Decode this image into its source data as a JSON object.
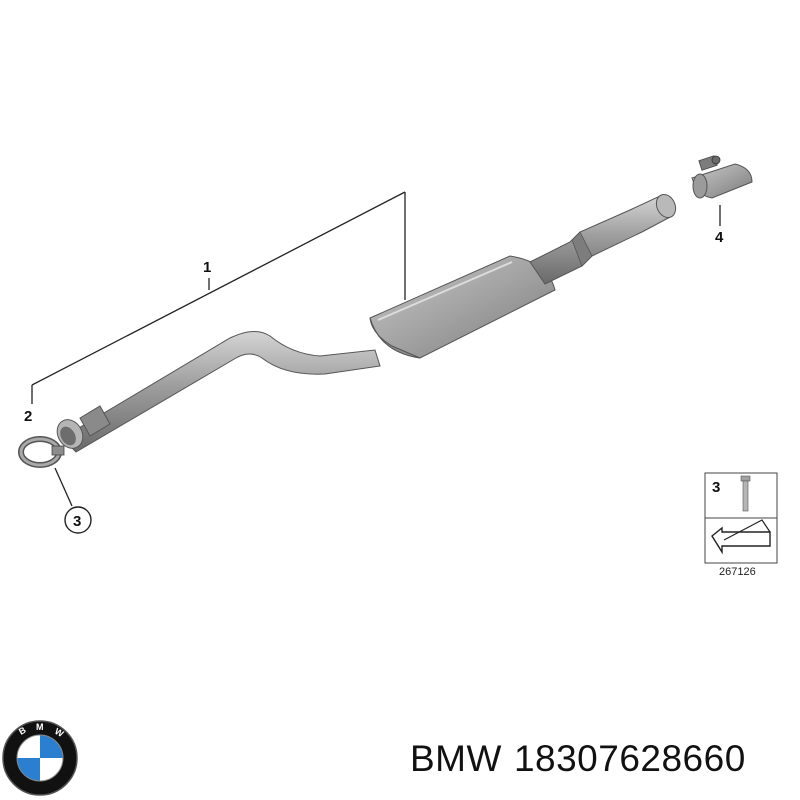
{
  "diagram": {
    "callouts": {
      "c1": "1",
      "c2": "2",
      "c3": "3",
      "c4": "4"
    },
    "legend": {
      "item_number": "3",
      "reference": "267126"
    }
  },
  "logo": {
    "brand_letters": "BMW",
    "colors": {
      "blue": "#2a7fd0",
      "white": "#ffffff",
      "ring": "#111111"
    }
  },
  "caption": {
    "brand": "BMW",
    "part_number": "18307628660"
  },
  "colors": {
    "pipe": "#9a9a9a",
    "pipe_dark": "#6e6e6e",
    "pipe_light": "#c8c8c8",
    "line": "#222222"
  }
}
